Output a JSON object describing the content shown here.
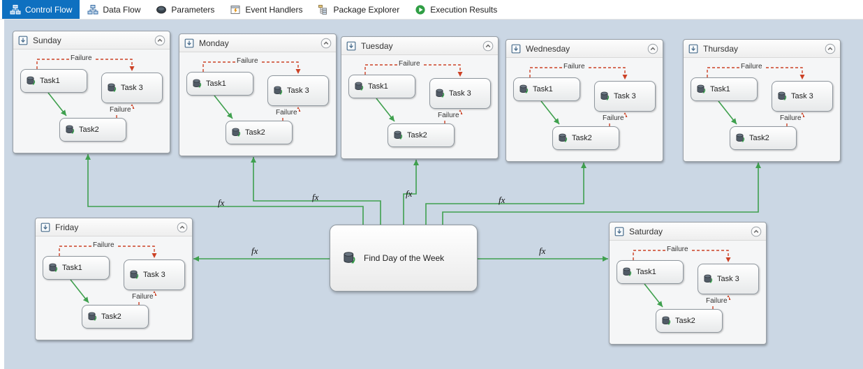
{
  "tab_bar": {
    "tabs": [
      {
        "label": "Control Flow",
        "selected": true
      },
      {
        "label": "Data Flow",
        "selected": false
      },
      {
        "label": "Parameters",
        "selected": false
      },
      {
        "label": "Event Handlers",
        "selected": false
      },
      {
        "label": "Package Explorer",
        "selected": false
      },
      {
        "label": "Execution Results",
        "selected": false
      }
    ]
  },
  "central_task": {
    "label": "Find Day of the Week"
  },
  "expression_label": "fx",
  "containers": [
    {
      "title": "Sunday",
      "tasks": {
        "task1": "Task1",
        "task3": "Task 3",
        "task2": "Task2"
      },
      "failure_labels": [
        "Failure",
        "Failure"
      ]
    },
    {
      "title": "Monday",
      "tasks": {
        "task1": "Task1",
        "task3": "Task 3",
        "task2": "Task2"
      },
      "failure_labels": [
        "Failure",
        "Failure"
      ]
    },
    {
      "title": "Tuesday",
      "tasks": {
        "task1": "Task1",
        "task3": "Task 3",
        "task2": "Task2"
      },
      "failure_labels": [
        "Failure",
        "Failure"
      ]
    },
    {
      "title": "Wednesday",
      "tasks": {
        "task1": "Task1",
        "task3": "Task 3",
        "task2": "Task2"
      },
      "failure_labels": [
        "Failure",
        "Failure"
      ]
    },
    {
      "title": "Thursday",
      "tasks": {
        "task1": "Task1",
        "task3": "Task 3",
        "task2": "Task2"
      },
      "failure_labels": [
        "Failure",
        "Failure"
      ]
    },
    {
      "title": "Friday",
      "tasks": {
        "task1": "Task1",
        "task3": "Task 3",
        "task2": "Task2"
      },
      "failure_labels": [
        "Failure",
        "Failure"
      ]
    },
    {
      "title": "Saturday",
      "tasks": {
        "task1": "Task1",
        "task3": "Task 3",
        "task2": "Task2"
      },
      "failure_labels": [
        "Failure",
        "Failure"
      ]
    }
  ],
  "colors": {
    "canvas_background": "#cbd7e4",
    "selected_tab_background": "#0e70c0",
    "success_arrow": "#3fa04e",
    "failure_arrow": "#cc4125"
  }
}
